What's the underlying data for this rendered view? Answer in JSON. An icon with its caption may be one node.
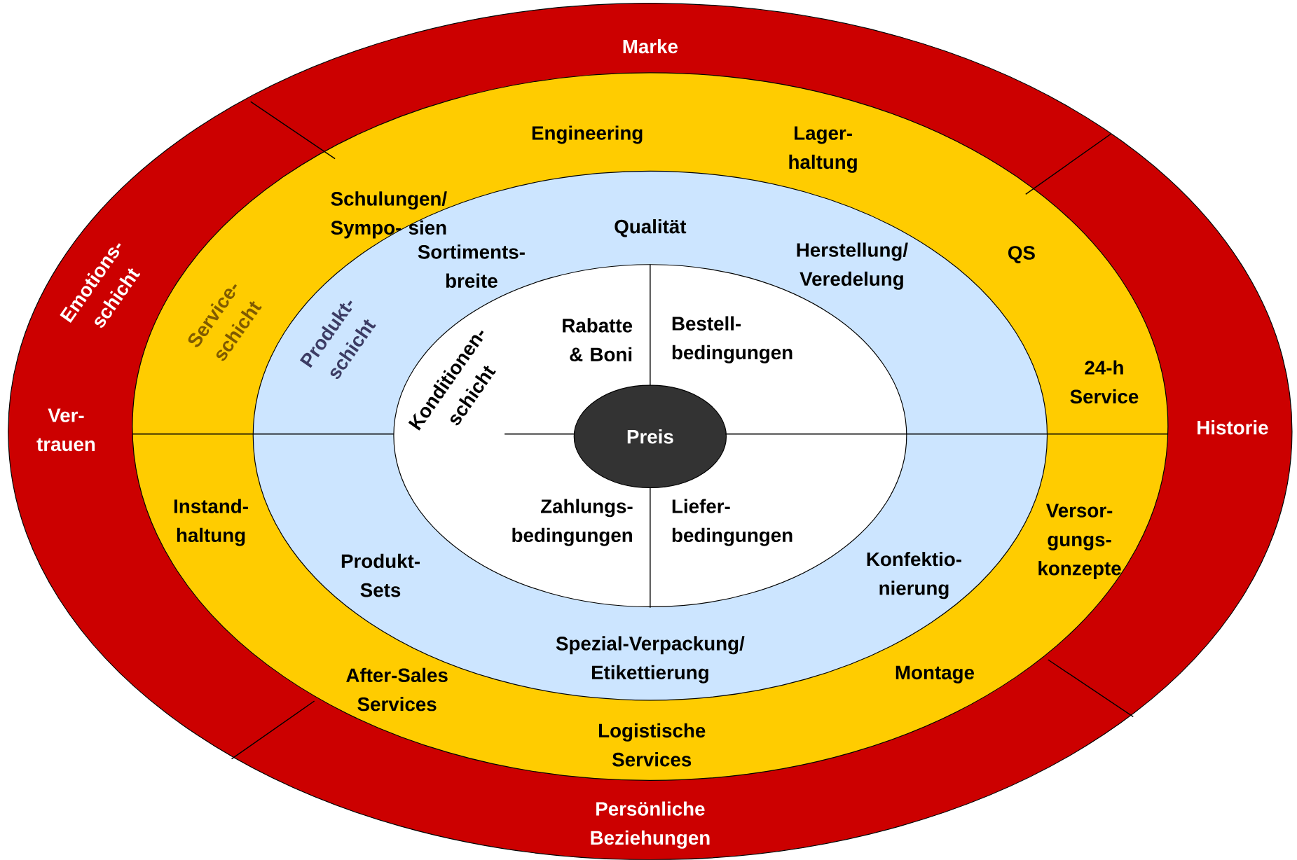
{
  "diagram": {
    "nodes": [
      {
        "text": [
          "Emotions- schicht",
          "Marke",
          "Ver- trauen",
          "Historie",
          "Persönliche Beziehungen"
        ]
      },
      {
        "text": [
          "Service- schicht",
          "Engineering",
          "Lager- haltung",
          "Schulungen/ Sympo- sien",
          "QS",
          "24-h Service",
          "Instand- haltung",
          "Versor- gungs- konzepte",
          "After-Sales Services",
          "Montage",
          "Logistische Services"
        ],
        "in": 0
      },
      {
        "text": [
          "Produkt- schicht",
          "Qualität",
          "Sortiments- breite",
          "Herstellung/ Veredelung",
          "Produkt- Sets",
          "Konfektio- nierung",
          "Spezial-Verpackung/ Etikettierung"
        ],
        "in": 1
      },
      {
        "text": [
          "Konditionen- schicht",
          "Rabatte & Boni",
          "Bestell- bedingungen",
          "Zahlungs- bedingungen",
          "Liefer- bedingungen"
        ],
        "in": 2
      },
      {
        "text": [
          "Preis"
        ],
        "in": 3
      }
    ]
  }
}
